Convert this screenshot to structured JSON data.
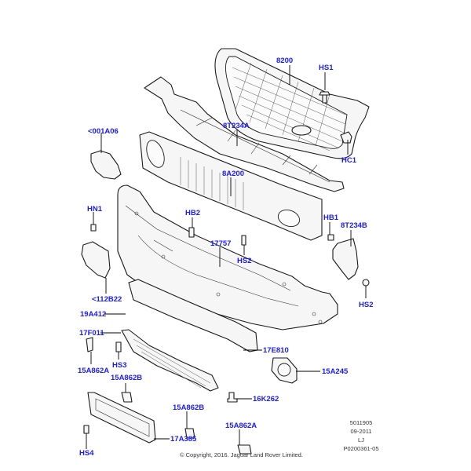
{
  "diagram": {
    "type": "exploded-parts-diagram",
    "subject": "Front bumper and radiator grille assembly",
    "label_color": "#1a1aff",
    "callouts": [
      {
        "id": "8200",
        "label": "8200"
      },
      {
        "id": "HS1",
        "label": "HS1"
      },
      {
        "id": "8T234A",
        "label": "8T234A"
      },
      {
        "id": "HC1",
        "label": "HC1"
      },
      {
        "id": "001A06",
        "label": "<001A06"
      },
      {
        "id": "8A200",
        "label": "8A200"
      },
      {
        "id": "HN1",
        "label": "HN1"
      },
      {
        "id": "HB2",
        "label": "HB2"
      },
      {
        "id": "HB1",
        "label": "HB1"
      },
      {
        "id": "8T234B",
        "label": "8T234B"
      },
      {
        "id": "17757",
        "label": "17757"
      },
      {
        "id": "HS2-center",
        "label": "HS2"
      },
      {
        "id": "HS2-right",
        "label": "HS2"
      },
      {
        "id": "112B22",
        "label": "<112B22"
      },
      {
        "id": "19A412",
        "label": "19A412"
      },
      {
        "id": "17F011",
        "label": "17F011"
      },
      {
        "id": "17E810",
        "label": "17E810"
      },
      {
        "id": "HS3",
        "label": "HS3"
      },
      {
        "id": "15A862A-left",
        "label": "15A862A"
      },
      {
        "id": "15A245",
        "label": "15A245"
      },
      {
        "id": "15A862B-left",
        "label": "15A862B"
      },
      {
        "id": "16K262",
        "label": "16K262"
      },
      {
        "id": "15A862B-center",
        "label": "15A862B"
      },
      {
        "id": "15A862A-center",
        "label": "15A862A"
      },
      {
        "id": "17A385",
        "label": "17A385"
      },
      {
        "id": "HS4",
        "label": "HS4"
      }
    ],
    "meta": {
      "doc_number": "5011905",
      "date": "09-2011",
      "initials": "LJ",
      "illustration_id": "P0200361-05"
    },
    "copyright": "© Copyright, 2016. Jaguar Land Rover Limited."
  }
}
